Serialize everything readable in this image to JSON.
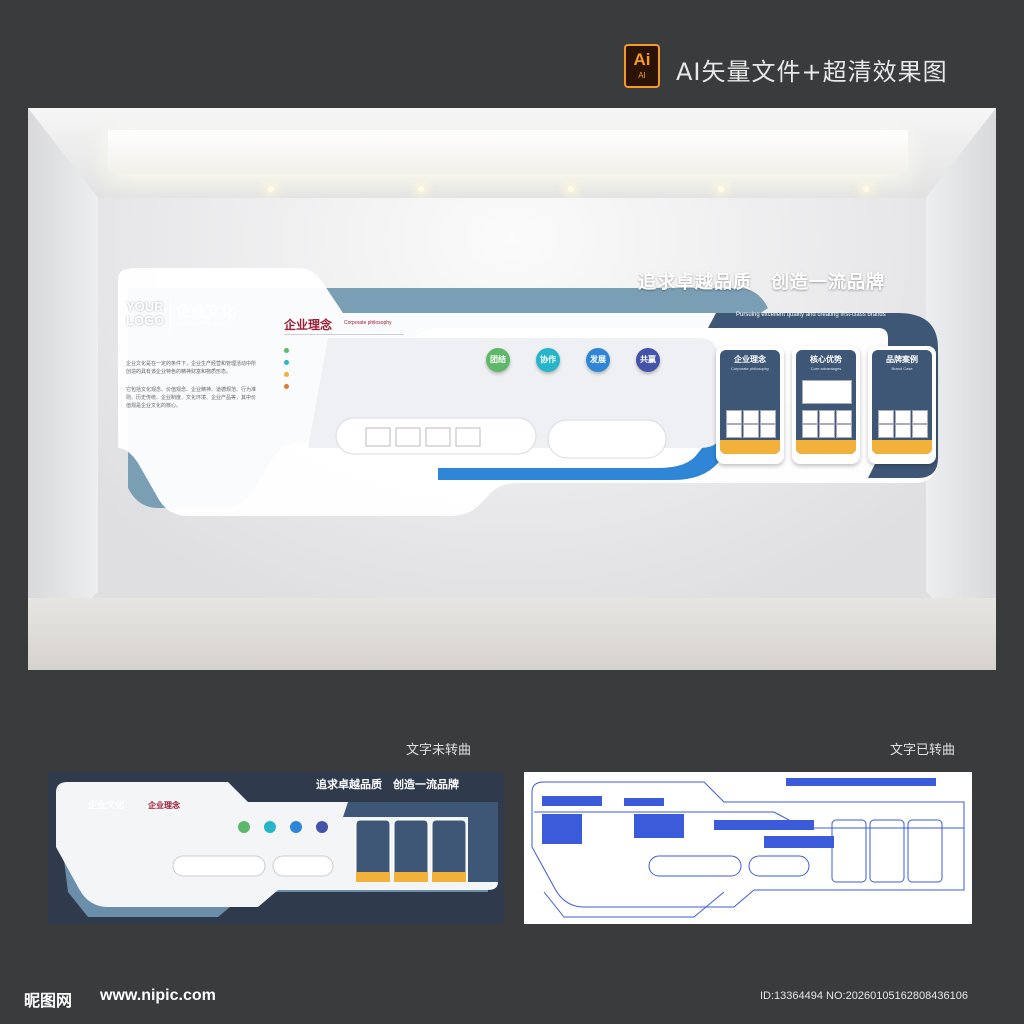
{
  "header": {
    "badge_big": "Ai",
    "badge_small": "AI",
    "title": "AI矢量文件+超清效果图"
  },
  "display": {
    "logo": "YOUR LOGO",
    "culture_title": "企业文化",
    "culture_subtitle": "corporate culture",
    "culture_para1": "企业文化是在一定的条件下，企业生产经营和管理活动中所创造的具有该企业特色的精神财富和物质形态。",
    "culture_para2": "它包括文化观念、价值观念、企业精神、道德规范、行为准则、历史传统、企业制度、文化环境、企业产品等，其中价值观是企业文化的核心。",
    "philosophy_title": "企业理念",
    "philosophy_en": "Corporate philosophy",
    "slogan_cn": "追求卓越品质　创造一流品牌",
    "slogan_en": "Pursuing excellent quality and creating first-class brands",
    "values": [
      {
        "label": "团结",
        "color": "#5fb86a"
      },
      {
        "label": "协作",
        "color": "#27b6c9"
      },
      {
        "label": "发展",
        "color": "#2f86d6"
      },
      {
        "label": "共赢",
        "color": "#4453a8"
      }
    ],
    "cards": [
      {
        "title": "企业理念",
        "en": "Corporate philosophy"
      },
      {
        "title": "核心优势",
        "en": "Core advantages"
      },
      {
        "title": "品牌案例",
        "en": "Brand Case"
      }
    ]
  },
  "captions": {
    "left": "文字未转曲",
    "right": "文字已转曲"
  },
  "thumb": {
    "slogan_cn": "追求卓越品质　创造一流品牌",
    "culture_title": "企业文化",
    "philosophy_title": "企业理念"
  },
  "footer": {
    "logo": "昵图网",
    "url": "www.nipic.com",
    "id": "ID:13364494 NO:20260105162808436106"
  },
  "colors": {
    "accent_blue": "#3f5776",
    "accent_red": "#9b1d35",
    "accent_yellow": "#f2b13a",
    "outline_blue": "#3b5bdb"
  }
}
